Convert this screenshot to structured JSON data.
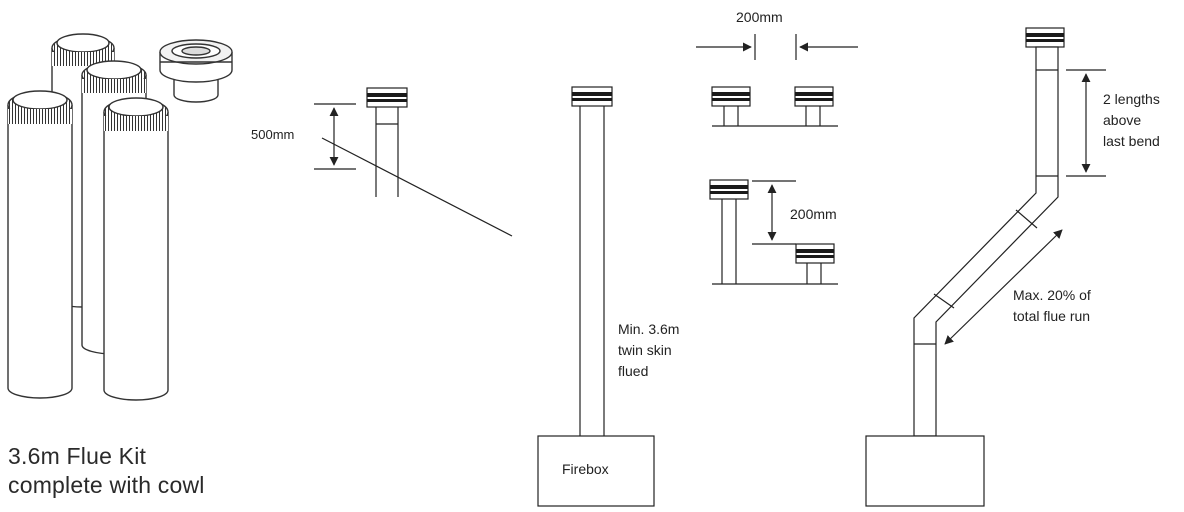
{
  "caption": {
    "line1": "3.6m Flue Kit",
    "line2": "complete with cowl"
  },
  "labels": {
    "height_above_roof": "500mm",
    "horizontal_clearance": "200mm",
    "vertical_clearance": "200mm",
    "min_flue_line1": "Min. 3.6m",
    "min_flue_line2": "twin skin",
    "min_flue_line3": "flued",
    "firebox": "Firebox",
    "lengths_line1": "2 lengths",
    "lengths_line2": "above",
    "lengths_line3": "last bend",
    "offset_line1": "Max. 20% of",
    "offset_line2": "total flue run"
  },
  "colors": {
    "line": "#222222",
    "pipe_fill": "#ffffff",
    "cap_band": "#1a1a1a"
  }
}
